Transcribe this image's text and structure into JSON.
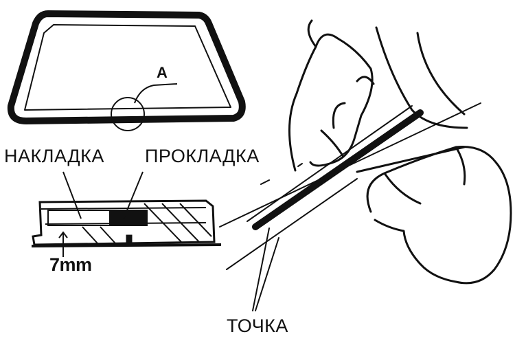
{
  "labels": {
    "detail_letter": "A",
    "trim_strip": "НАКЛАДКА",
    "spacer": "ПРОКЛАДКА",
    "dimension": "7mm",
    "point": "ТОЧКА"
  },
  "colors": {
    "ink": "#111111",
    "paper": "#ffffff"
  }
}
